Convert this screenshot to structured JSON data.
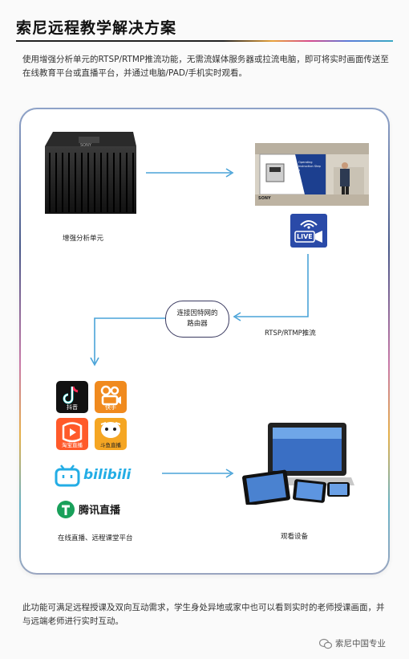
{
  "title": "索尼远程教学解决方案",
  "intro": "使用增强分析单元的RTSP/RTMP推流功能，无需流媒体服务器或拉流电脑，即可将实时画面传送至在线教育平台或直播平台，并通过电脑/PAD/手机实时观看。",
  "diagram": {
    "device_label": "增强分析单元",
    "device_brand": "SONY",
    "screen_brand": "SONY",
    "screen_slide_text": "Operating Instruction Step 1",
    "live_badge": "LIVE",
    "router_label_line1": "连接因特网的",
    "router_label_line2": "路由器",
    "stream_label": "RTSP/RTMP推流",
    "platforms_label": "在线直播、远程课堂平台",
    "viewing_label": "观看设备",
    "apps": {
      "douyin": "抖音",
      "kuaishou": "快手",
      "taobao": "淘宝直播",
      "douyu": "斗鱼直播",
      "bilibili": "bilibili",
      "tencent": "腾讯直播"
    }
  },
  "bottom_text": "此功能可满足远程授课及双向互动需求，学生身处异地或家中也可以看到实时的老师授课画面，并与远端老师进行实时互动。",
  "watermark": "索尼中国专业",
  "colors": {
    "arrow": "#4aa3d8",
    "live_bg": "#2a4aa8",
    "douyin": "#111111",
    "kuaishou": "#f08a1e",
    "taobao": "#ff5a2a",
    "douyu": "#f5a623",
    "bilibili": "#23ade5",
    "tencent": "#19a05a"
  }
}
